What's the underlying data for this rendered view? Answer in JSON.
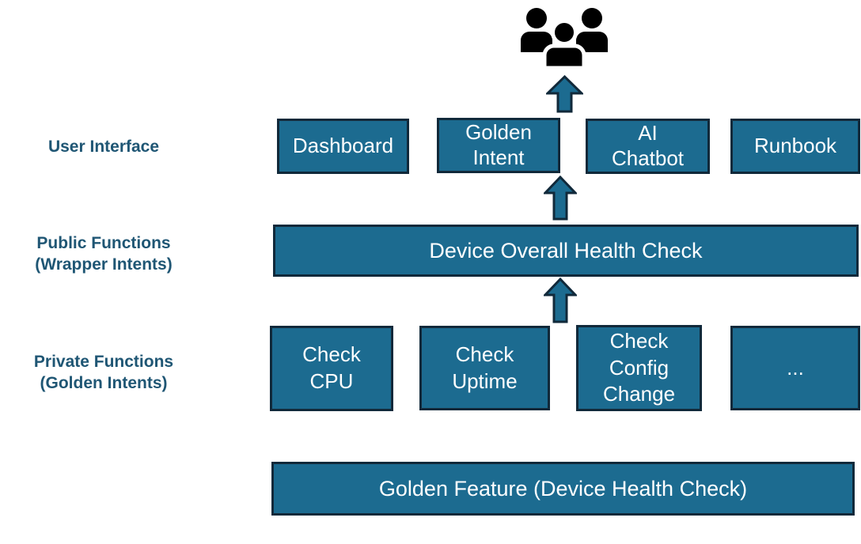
{
  "diagram": {
    "title_hint": "Intent-based device health check architecture",
    "icons": {
      "users": "users-group-icon",
      "flow_arrow": "up-block-arrow-icon"
    },
    "colors": {
      "box_fill": "#1C6B90",
      "box_border": "#11293A",
      "box_text": "#FFFFFF",
      "label_text": "#1F5674",
      "users_icon": "#000000"
    },
    "rows": {
      "ui": {
        "label": "User Interface",
        "boxes": [
          {
            "label": "Dashboard"
          },
          {
            "label": "Golden\nIntent"
          },
          {
            "label": "AI\nChatbot"
          },
          {
            "label": "Runbook"
          }
        ]
      },
      "public": {
        "label": "Public Functions\n(Wrapper Intents)",
        "boxes": [
          {
            "label": "Device Overall Health Check"
          }
        ]
      },
      "private": {
        "label": "Private Functions\n(Golden Intents)",
        "boxes": [
          {
            "label": "Check\nCPU"
          },
          {
            "label": "Check\nUptime"
          },
          {
            "label": "Check\nConfig\nChange"
          },
          {
            "label": "..."
          }
        ]
      },
      "foundation": {
        "boxes": [
          {
            "label": "Golden Feature (Device Health Check)"
          }
        ]
      }
    }
  }
}
